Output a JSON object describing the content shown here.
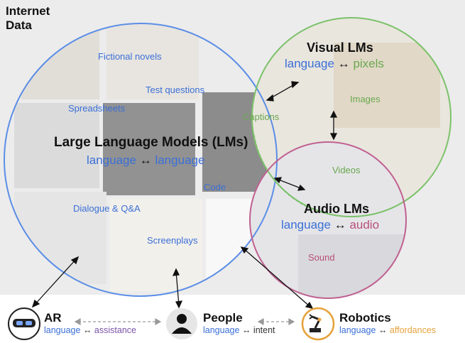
{
  "internet_data_label": "Internet\nData",
  "internet_line1": "Internet",
  "internet_line2": "Data",
  "llm": {
    "title": "Large Language Models (LMs)",
    "mapping_left": "language",
    "arrow": "↔",
    "mapping_right": "language",
    "data_types": [
      "Fictional novels",
      "Test questions",
      "Spreadsheets",
      "Code",
      "Dialogue & Q&A",
      "Screenplays"
    ]
  },
  "visual": {
    "title": "Visual LMs",
    "mapping_left": "language",
    "arrow": "↔",
    "mapping_right": "pixels",
    "data_types": [
      "Images",
      "Captions"
    ]
  },
  "audio": {
    "title": "Audio LMs",
    "mapping_left": "language",
    "arrow": "↔",
    "mapping_right": "audio",
    "data_types": [
      "Videos",
      "Sound"
    ]
  },
  "bottom": [
    {
      "icon": "ar-glasses-icon",
      "title": "AR",
      "left": "language",
      "arrow": "↔",
      "right": "assistance"
    },
    {
      "icon": "person-icon",
      "title": "People",
      "left": "language",
      "arrow": "↔",
      "right": "intent"
    },
    {
      "icon": "robot-arm-icon",
      "title": "Robotics",
      "left": "language",
      "arrow": "↔",
      "right": "affordances"
    }
  ],
  "colors": {
    "llm_circle": "#5b8ee6",
    "visual_circle": "#7cc26a",
    "audio_circle": "#c06090",
    "text_blue": "#3b6fd6",
    "text_green": "#6aa84f",
    "text_pink": "#b8507a",
    "text_purple": "#7a54a8",
    "text_orange": "#e6a23c"
  }
}
